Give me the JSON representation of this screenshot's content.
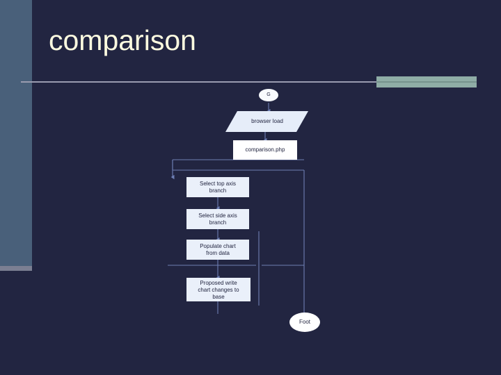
{
  "slide": {
    "title": "comparison",
    "title_color": "#fdfbe0",
    "background_color": "#222541",
    "sidebar_color": "#49607a",
    "accent_color": "#8fada6",
    "rule_color": "#9a9cb0"
  },
  "flowchart": {
    "node_fill": "#eaf0fa",
    "node_text_color": "#21243f",
    "connector_color": "#6e7fb4",
    "nodes": [
      {
        "id": "start",
        "shape": "oval",
        "label": "G"
      },
      {
        "id": "browser",
        "shape": "parallelogram",
        "label": "browser load"
      },
      {
        "id": "comparison",
        "shape": "rect",
        "label": "comparison.php"
      },
      {
        "id": "top-axis",
        "shape": "rect",
        "label": "Select top axis\nbranch"
      },
      {
        "id": "side-axis",
        "shape": "rect",
        "label": "Select side axis\nbranch"
      },
      {
        "id": "populate",
        "shape": "rect",
        "label": "Populate chart\nfrom data"
      },
      {
        "id": "proposed",
        "shape": "rect",
        "label": "Proposed write\nchart changes to\nbase"
      },
      {
        "id": "foot",
        "shape": "oval",
        "label": "Foot"
      }
    ]
  }
}
